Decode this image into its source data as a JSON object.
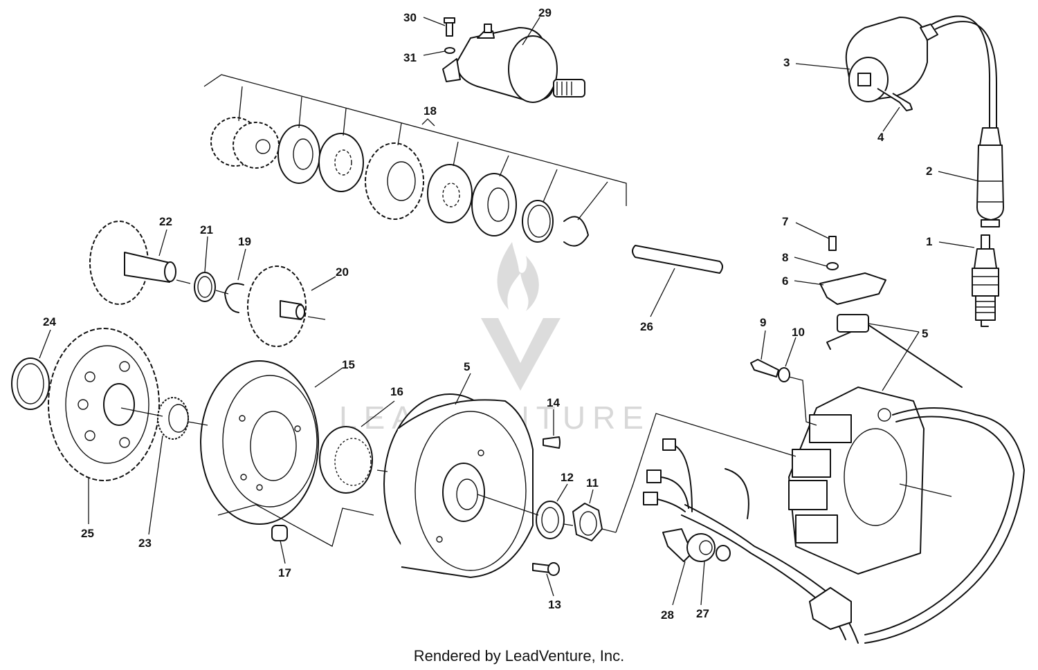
{
  "footer": "Rendered by LeadVenture, Inc.",
  "watermark": "LEADVENTURE",
  "callouts": [
    "1",
    "2",
    "3",
    "4",
    "5",
    "5",
    "5",
    "6",
    "7",
    "8",
    "9",
    "10",
    "11",
    "12",
    "13",
    "14",
    "15",
    "16",
    "17",
    "18",
    "19",
    "20",
    "21",
    "22",
    "23",
    "24",
    "25",
    "26",
    "27",
    "28",
    "29",
    "30",
    "31"
  ],
  "colors": {
    "ink": "#111111",
    "watermark": "#d8d8d8",
    "background": "#ffffff"
  }
}
